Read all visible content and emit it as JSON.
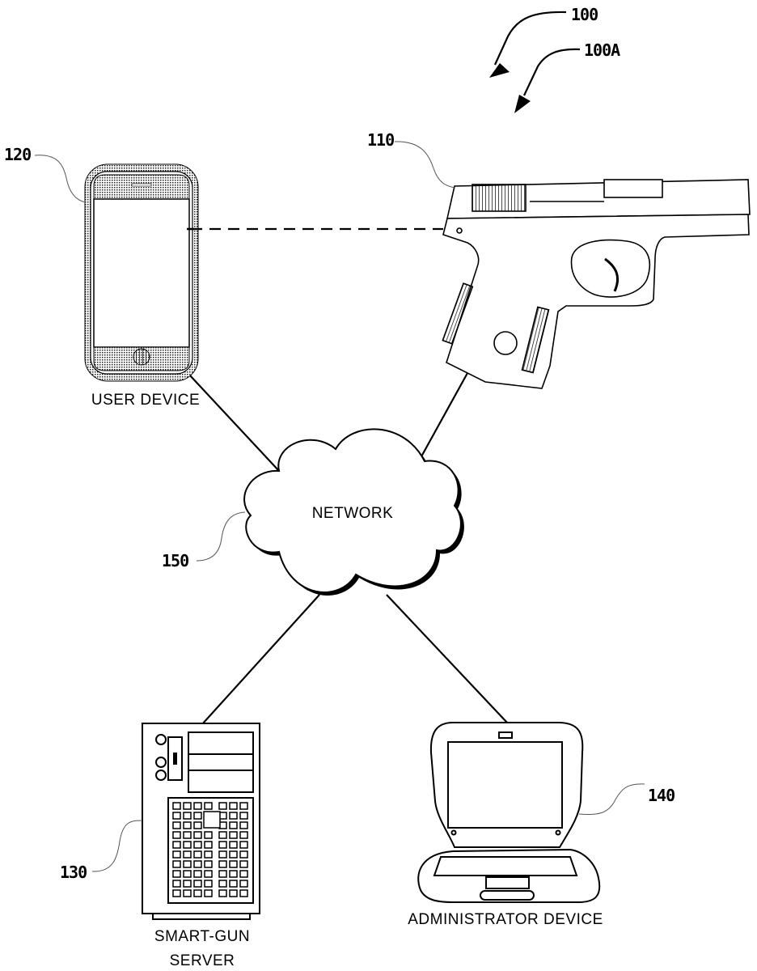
{
  "figure": {
    "ref_system": "100",
    "ref_system_alt": "100A"
  },
  "nodes": {
    "smart_gun": {
      "ref": "110"
    },
    "user_device": {
      "ref": "120",
      "label": "USER DEVICE"
    },
    "server": {
      "ref": "130",
      "label_line1": "SMART-GUN",
      "label_line2": "SERVER"
    },
    "admin_device": {
      "ref": "140",
      "label": "ADMINISTRATOR DEVICE"
    },
    "network": {
      "ref": "150",
      "label": "NETWORK"
    }
  },
  "connections": [
    {
      "from": "user_device",
      "to": "smart_gun",
      "style": "dashed"
    },
    {
      "from": "user_device",
      "to": "network",
      "style": "solid"
    },
    {
      "from": "smart_gun",
      "to": "network",
      "style": "solid"
    },
    {
      "from": "network",
      "to": "server",
      "style": "solid"
    },
    {
      "from": "network",
      "to": "admin_device",
      "style": "solid"
    }
  ]
}
